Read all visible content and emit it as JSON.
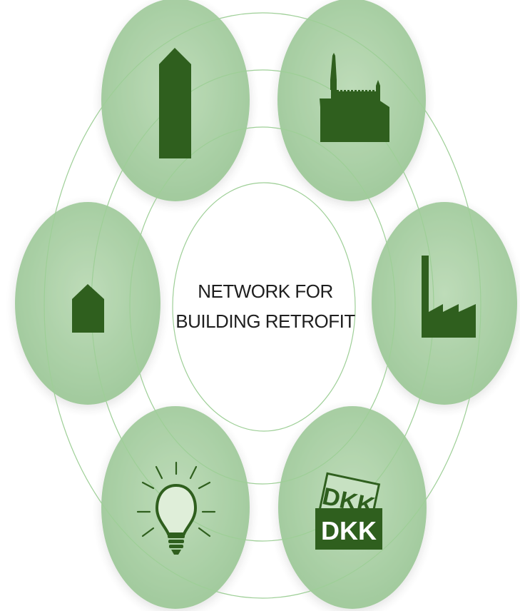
{
  "title": {
    "line1": "NETWORK FOR",
    "line2": "BUILDING RETROFIT"
  },
  "nodes": [
    {
      "id": "tower",
      "icon": "tower-building-icon"
    },
    {
      "id": "church",
      "icon": "church-icon"
    },
    {
      "id": "factory",
      "icon": "factory-icon"
    },
    {
      "id": "money",
      "icon": "banknote-icon",
      "label_front": "DKK",
      "label_back": "DKK"
    },
    {
      "id": "lightbulb",
      "icon": "lightbulb-icon"
    },
    {
      "id": "house",
      "icon": "house-icon"
    }
  ],
  "colors": {
    "node_fill": "#8fc08a",
    "icon_fill": "#2f5f1e",
    "ring_stroke": "#9ecf97",
    "text": "#1e1e1e"
  }
}
